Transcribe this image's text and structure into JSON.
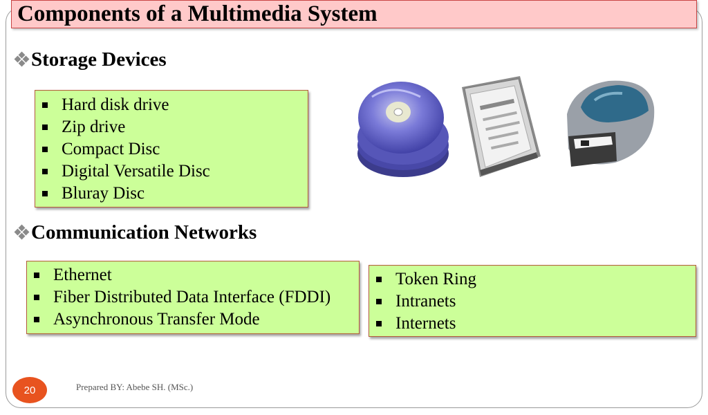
{
  "slide": {
    "title": "Components of a Multimedia System",
    "sections": [
      {
        "heading": "Storage Devices",
        "items": [
          "Hard disk drive",
          "Zip drive",
          "Compact Disc",
          "Digital Versatile Disc",
          "Bluray Disc"
        ]
      },
      {
        "heading": "Communication Networks",
        "items_left": [
          "Ethernet",
          "Fiber Distributed Data Interface (FDDI)",
          "Asynchronous Transfer Mode"
        ],
        "items_right": [
          "Token Ring",
          "Intranets",
          "Internets"
        ]
      }
    ],
    "images": [
      "disc-stack-image",
      "hard-disk-image",
      "zip-drive-image"
    ],
    "page_number": "20",
    "footer": "Prepared BY: Abebe SH. (MSc.)"
  }
}
